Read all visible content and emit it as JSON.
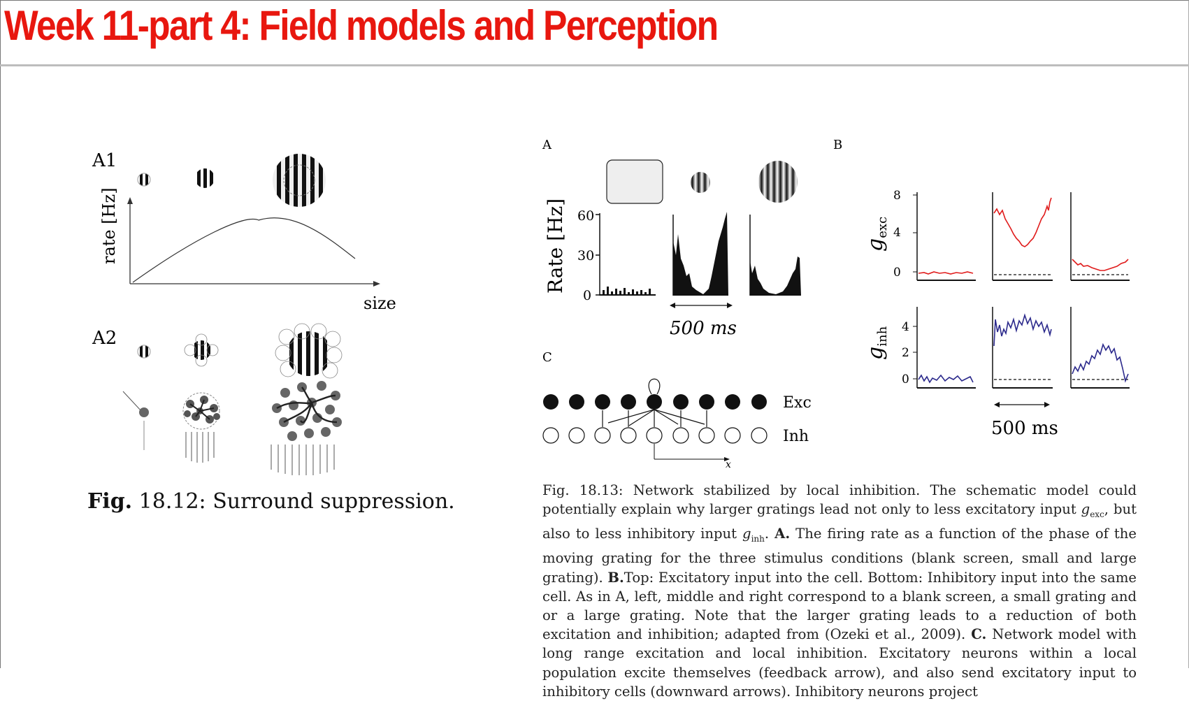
{
  "slide": {
    "title": "Week 11-part 4: Field models and Perception"
  },
  "fig_left": {
    "panel_a1": "A1",
    "panel_a2": "A2",
    "ylabel": "rate [Hz]",
    "xlabel": "size",
    "caption_prefix": "Fig.",
    "caption_text": "18.12: Surround suppression."
  },
  "fig_right": {
    "panel_a": "A",
    "panel_b": "B",
    "panel_c": "C",
    "rate_ylabel": "Rate [Hz]",
    "rate_ticks": [
      "60",
      "30",
      "0"
    ],
    "time_label_a": "500 ms",
    "g_exc_label": "g",
    "g_exc_sub": "exc",
    "g_inh_label": "g",
    "g_inh_sub": "inh",
    "gexc_ticks": [
      "8",
      "4",
      "0"
    ],
    "ginh_ticks": [
      "4",
      "2",
      "0"
    ],
    "time_label_b": "500 ms",
    "exc_label": "Exc",
    "inh_label": "Inh",
    "x_label": "x",
    "caption_fig": "Fig. 18.13:",
    "caption_s1": "Network stabilized by local inhibition. The schematic model could potentially explain why larger gratings lead not only to less excitatory input",
    "caption_gexc": "g",
    "caption_gexc_sub": "exc",
    "caption_s2": ", but also to less inhibitory input",
    "caption_ginh": "g",
    "caption_ginh_sub": "inh",
    "caption_s3": ".",
    "caption_a": "A.",
    "caption_s4": "The firing rate as a function of the phase of the moving grating for the three stimulus conditions (blank screen, small and large grating).",
    "caption_b": "B.",
    "caption_s5": "Top: Excitatory input into the cell. Bottom: Inhibitory input into the same cell. As in A, left, middle and right correspond to a blank screen, a small grating and or a large grating. Note that the larger grating leads to a reduction of both excitation and inhibition; adapted from (Ozeki et al., 2009).",
    "caption_c": "C.",
    "caption_s6": "Network model with long range excitation and local inhibition. Excitatory neurons within a local population excite themselves (feedback arrow), and also send excitatory input to inhibitory cells (downward arrows). Inhibitory neurons project"
  },
  "colors": {
    "title_red": "#e8170f",
    "exc_trace": "#e01b1b",
    "inh_trace": "#2c2a8c"
  }
}
